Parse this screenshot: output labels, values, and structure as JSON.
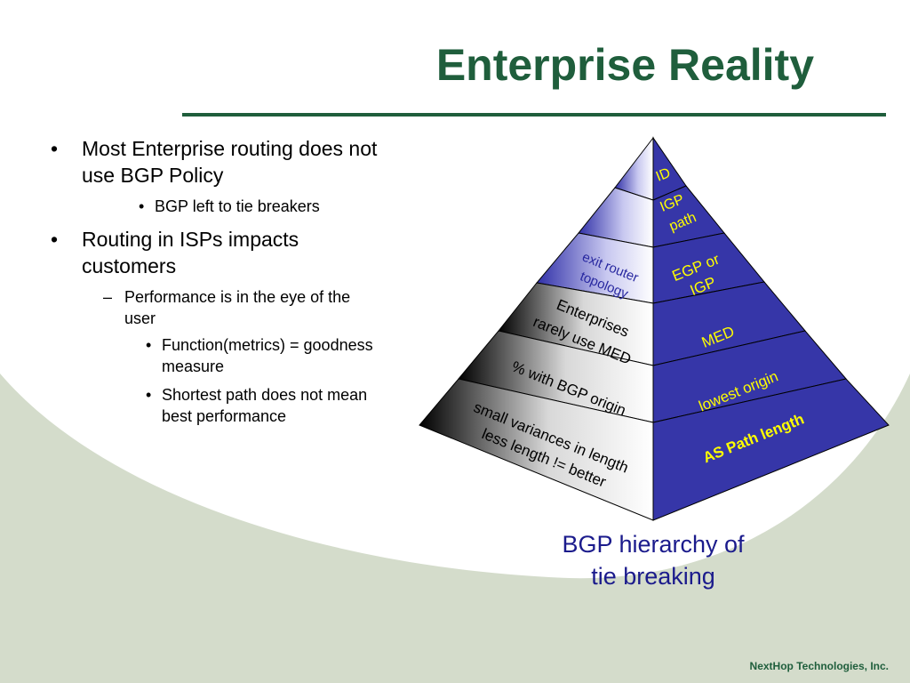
{
  "slide": {
    "title": "Enterprise Reality",
    "footer": "NextHop Technologies, Inc.",
    "colors": {
      "title": "#1f5e3c",
      "background_curve": "#d4dccb",
      "pyramid_blue": "#3a3ab0",
      "caption": "#1b1b8c",
      "highlight": "#ffff00"
    }
  },
  "bullets": [
    {
      "marker": "•",
      "text": "Most Enterprise routing does not use BGP Policy"
    },
    {
      "marker": "•",
      "text": "BGP left to tie breakers"
    },
    {
      "marker": "•",
      "text": "Routing in ISPs impacts customers"
    },
    {
      "marker": "–",
      "text": "Performance is in the eye of the user"
    },
    {
      "marker": "•",
      "text": "Function(metrics) = goodness measure"
    },
    {
      "marker": "•",
      "text": "Shortest path does not mean best performance"
    }
  ],
  "pyramid": {
    "caption_line1": "BGP hierarchy of",
    "caption_line2": "tie breaking",
    "right_face": [
      {
        "lines": [
          "ID"
        ]
      },
      {
        "lines": [
          "IGP",
          "path"
        ]
      },
      {
        "lines": [
          "EGP or",
          "IGP"
        ]
      },
      {
        "lines": [
          "MED"
        ]
      },
      {
        "lines": [
          "lowest origin"
        ]
      },
      {
        "lines": [
          "AS Path length"
        ]
      }
    ],
    "left_face": [
      {
        "lines": [
          "exit router",
          "topology"
        ]
      },
      {
        "lines": [
          "Enterprises",
          "rarely use MED"
        ]
      },
      {
        "lines": [
          "% with BGP origin"
        ]
      },
      {
        "lines": [
          "small variances in length",
          "less length != better"
        ]
      }
    ]
  }
}
